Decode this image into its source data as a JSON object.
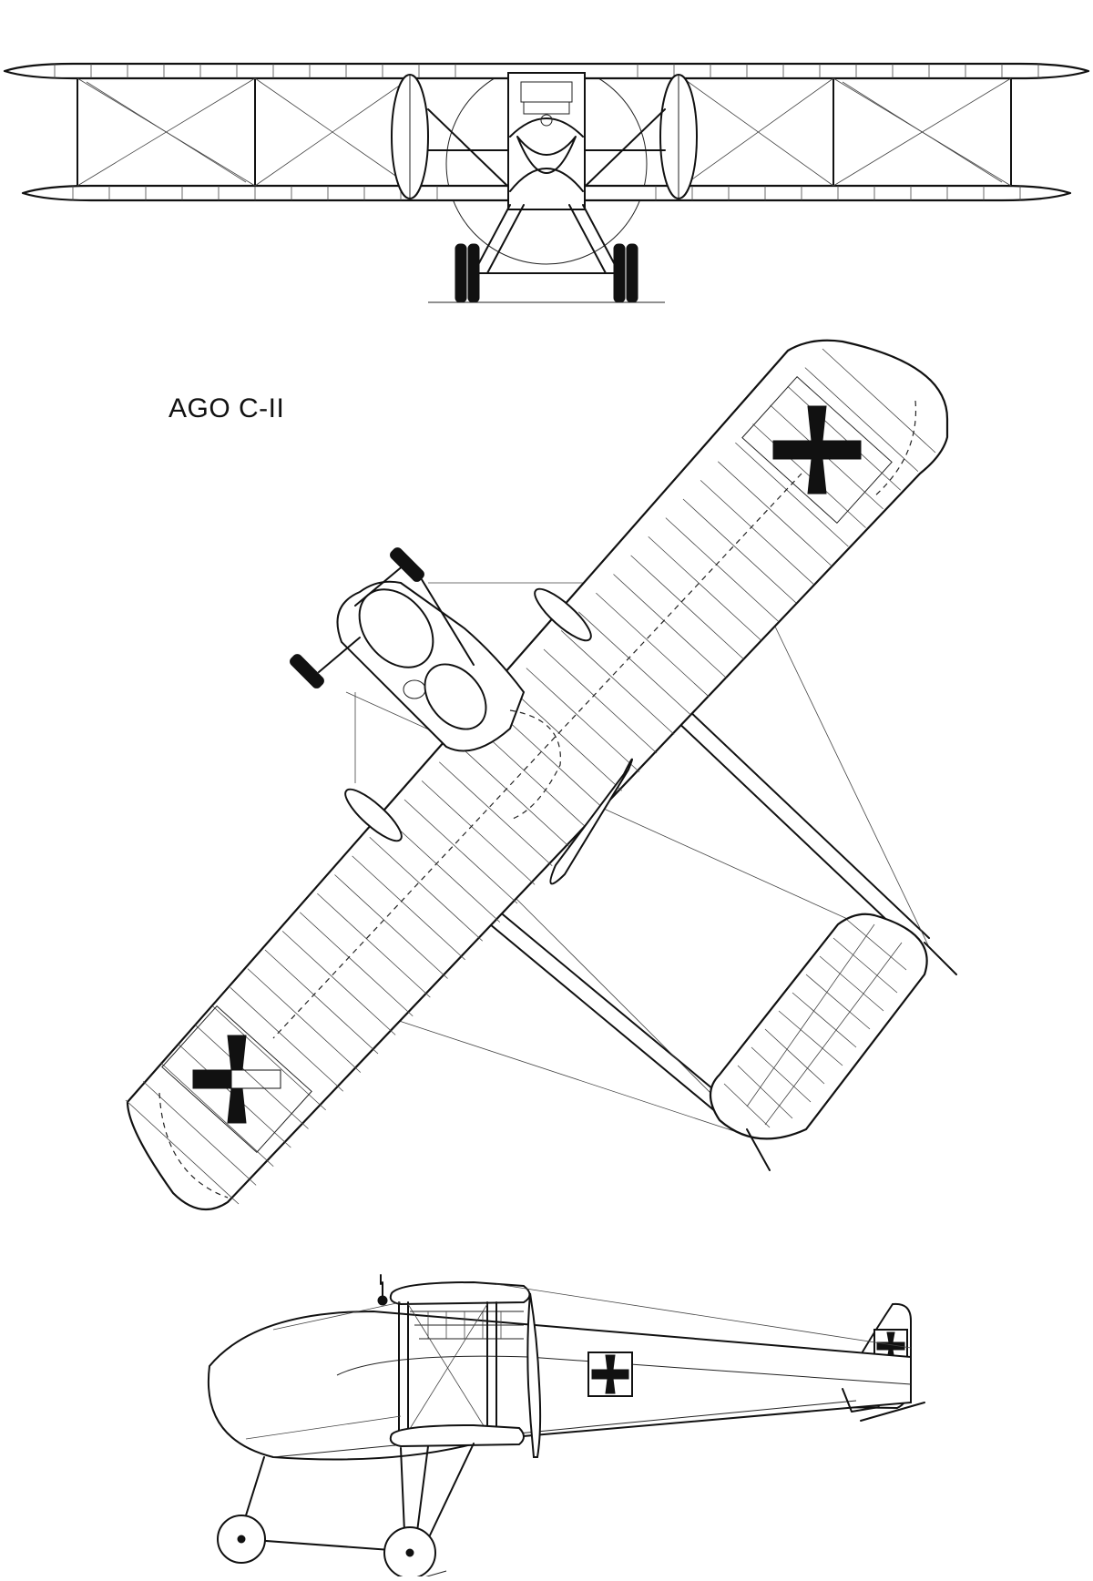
{
  "drawing": {
    "title": "AGO C-II"
  },
  "views": [
    "front-view",
    "top-view",
    "side-view"
  ],
  "markings": {
    "national_insignia": "cross-icon",
    "ink_color": "#111111",
    "paper_color": "#ffffff"
  }
}
